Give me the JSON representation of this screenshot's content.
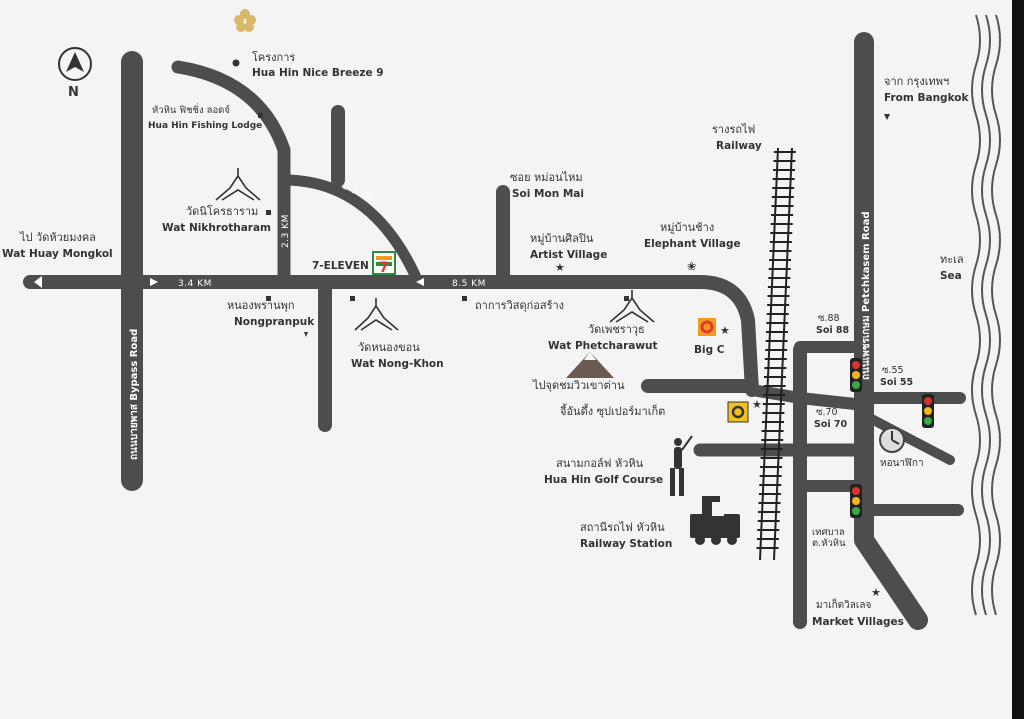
{
  "compass": {
    "north_letter": "N"
  },
  "project": {
    "label_th": "โครงการ",
    "label_en": "Hua Hin Nice Breeze 9"
  },
  "places": {
    "fishing_lodge": {
      "th": "หัวหิน ฟิชชิ่ง ลอดจ์",
      "en": "Hua Hin Fishing Lodge"
    },
    "wat_nikhrotharam": {
      "th": "วัดนิโครธาราม",
      "en": "Wat Nikhrotharam"
    },
    "wat_huay_mongkol": {
      "th": "ไป วัดห้วยมงคล",
      "en": "Wat Huay Mongkol"
    },
    "nongpranpuk": {
      "th": "หนองพรานพุก",
      "en": "Nongpranpuk"
    },
    "wat_nong_khon": {
      "th": "วัดหนองขอน",
      "en": "Wat Nong-Khon"
    },
    "seven_eleven": {
      "en": "7-ELEVEN",
      "logo": "7"
    },
    "soi_mon_mai": {
      "th": "ซอย หม่อนไหม",
      "en": "Soi Mon Mai"
    },
    "artist_village": {
      "th": "หมู่บ้านศิลปิน",
      "en": "Artist Village"
    },
    "elephant_village": {
      "th": "หมู่บ้านช้าง",
      "en": "Elephant Village"
    },
    "water_tank": {
      "th": "ถาการวิสดุก่อสร้าง"
    },
    "wat_phetcharawut": {
      "th": "วัดเพชราวุธ",
      "en": "Wat Phetcharawut"
    },
    "big_c": {
      "en": "Big C"
    },
    "khao_tao": {
      "th": "ไปจุดชมวิวเขาต่าน"
    },
    "supermarket": {
      "th": "จี้อันดึ้ง ซุปเปอร์มาเก็ต"
    },
    "golf": {
      "th": "สนามกอล์ฟ หัวหิน",
      "en": "Hua Hin Golf Course"
    },
    "railway_station": {
      "th": "สถานีรถไฟ หัวหิน",
      "en": "Railway Station"
    },
    "railway": {
      "th": "รางรถไฟ",
      "en": "Railway"
    },
    "from_bangkok": {
      "th": "จาก กรุงเทพฯ",
      "en": "From Bangkok"
    },
    "sea": {
      "th": "ทะเล",
      "en": "Sea"
    },
    "soi_88": {
      "th": "ซ.88",
      "en": "Soi 88"
    },
    "soi_55": {
      "th": "ซ.55",
      "en": "Soi 55"
    },
    "soi_70": {
      "th": "ซ.70",
      "en": "Soi 70"
    },
    "clock_tower": {
      "th": "หอนาฬิกา"
    },
    "municipality": {
      "th": "เทศบาล ต.หัวหิน"
    },
    "market_villages": {
      "th": "มาเก็ตวิลเลจ",
      "en": "Market Villages"
    }
  },
  "roads": {
    "bypass": "ถนนบายพาส Bypass Road",
    "petchkasem": "ถนนเพชรเกษม Petchkasem Road",
    "dist_3_4": "3.4 KM",
    "dist_2_3": "2.3 KM",
    "dist_2_5": "2.5 KM",
    "dist_8_5": "8.5 KM"
  },
  "colors": {
    "road": "#4d4d4d",
    "background": "#f4f4f4",
    "seven_eleven_green": "#2e8b3d",
    "seven_eleven_red": "#e03a2f",
    "big_c_orange": "#f39a1c",
    "supermarket_yellow": "#f2c21a",
    "traffic_red": "#d9322c",
    "traffic_yellow": "#f2b619",
    "traffic_green": "#3aa84a"
  }
}
